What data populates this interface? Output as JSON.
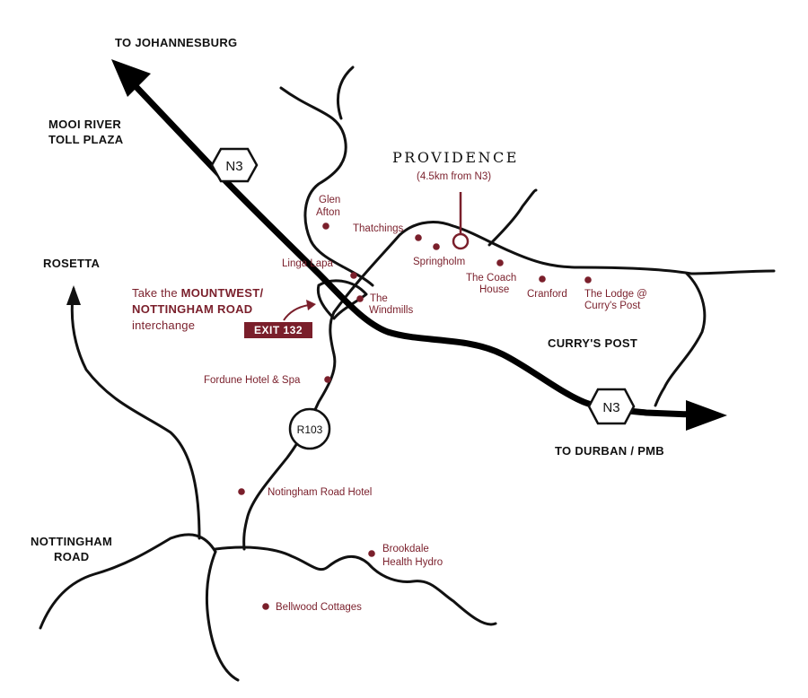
{
  "map": {
    "title": "PROVIDENCE",
    "subtitle": "(4.5km from N3)",
    "colors": {
      "accent": "#7a1f2b",
      "road": "#111111",
      "background": "#ffffff"
    },
    "towns": {
      "johannesburg": "TO JOHANNESBURG",
      "toll_line1": "MOOI RIVER",
      "toll_line2": "TOLL PLAZA",
      "rosetta": "ROSETTA",
      "currys_post": "CURRY'S POST",
      "durban": "TO DURBAN / PMB",
      "nottingham_line1": "NOTTINGHAM",
      "nottingham_line2": "ROAD"
    },
    "shields": {
      "n3_north": "N3",
      "n3_south": "N3",
      "r103": "R103"
    },
    "interchange": {
      "line1_pre": "Take the ",
      "line1_bold": "MOUNTWEST/",
      "line2_bold": "NOTTINGHAM ROAD",
      "line3": "interchange",
      "exit": "EXIT 132"
    },
    "places": {
      "glen_afton_1": "Glen",
      "glen_afton_2": "Afton",
      "thatchings": "Thatchings",
      "springholm": "Springholm",
      "coach_house_1": "The Coach",
      "coach_house_2": "House",
      "cranford": "Cranford",
      "lodge_1": "The Lodge @",
      "lodge_2": "Curry's Post",
      "linga_lapa": "Linga Lapa",
      "windmills_1": "The",
      "windmills_2": "Windmills",
      "fordune": "Fordune Hotel & Spa",
      "notingham_hotel": "Notingham Road Hotel",
      "brookdale_1": "Brookdale",
      "brookdale_2": "Health Hydro",
      "bellwood": "Bellwood Cottages"
    }
  }
}
